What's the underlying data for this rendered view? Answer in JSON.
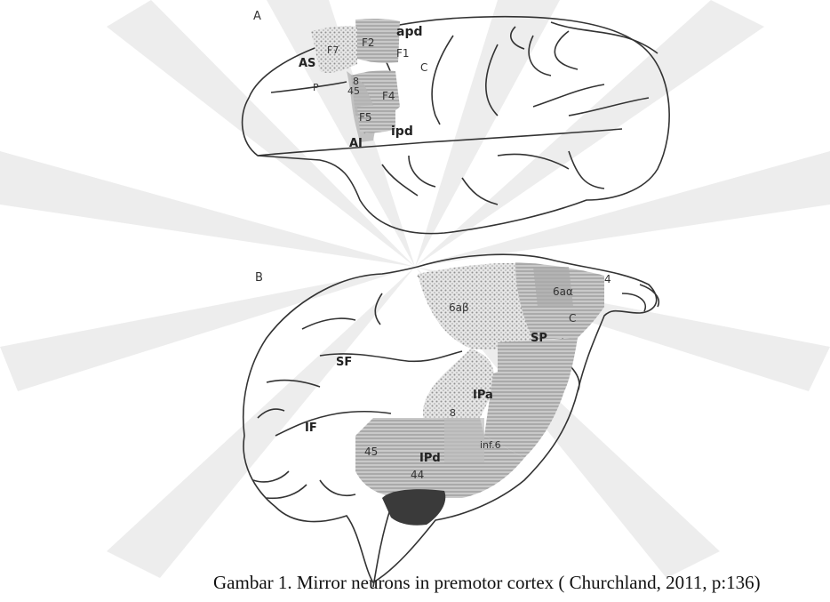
{
  "panel_a": {
    "panel_label": "A",
    "labels": {
      "apd": "apd",
      "f2": "F2",
      "f7": "F7",
      "f1": "F1",
      "as": "AS",
      "c": "C",
      "eight": "8",
      "p": "P",
      "fortyfive": "45",
      "f4": "F4",
      "f5": "F5",
      "ipd": "ipd",
      "ai": "AI"
    }
  },
  "panel_b": {
    "panel_label": "B",
    "labels": {
      "six_a_alpha": "6aα",
      "four": "4",
      "six_a_beta": "6aβ",
      "c": "C",
      "sp": "SP",
      "sf": "SF",
      "ipa": "IPa",
      "eight": "8",
      "if": "IF",
      "inf6": "inf.6",
      "fortyfive": "45",
      "ipd": "IPd",
      "fortyfour": "44"
    }
  },
  "caption": "Gambar 1. Mirror neurons in premotor cortex ( Churchland, 2011, p:136)",
  "colors": {
    "watermark": "#ececec",
    "outline": "#333333",
    "region_fill": "#b5b5b5",
    "stipple": "#9a9a9a",
    "dark_region": "#3a3a3a"
  }
}
